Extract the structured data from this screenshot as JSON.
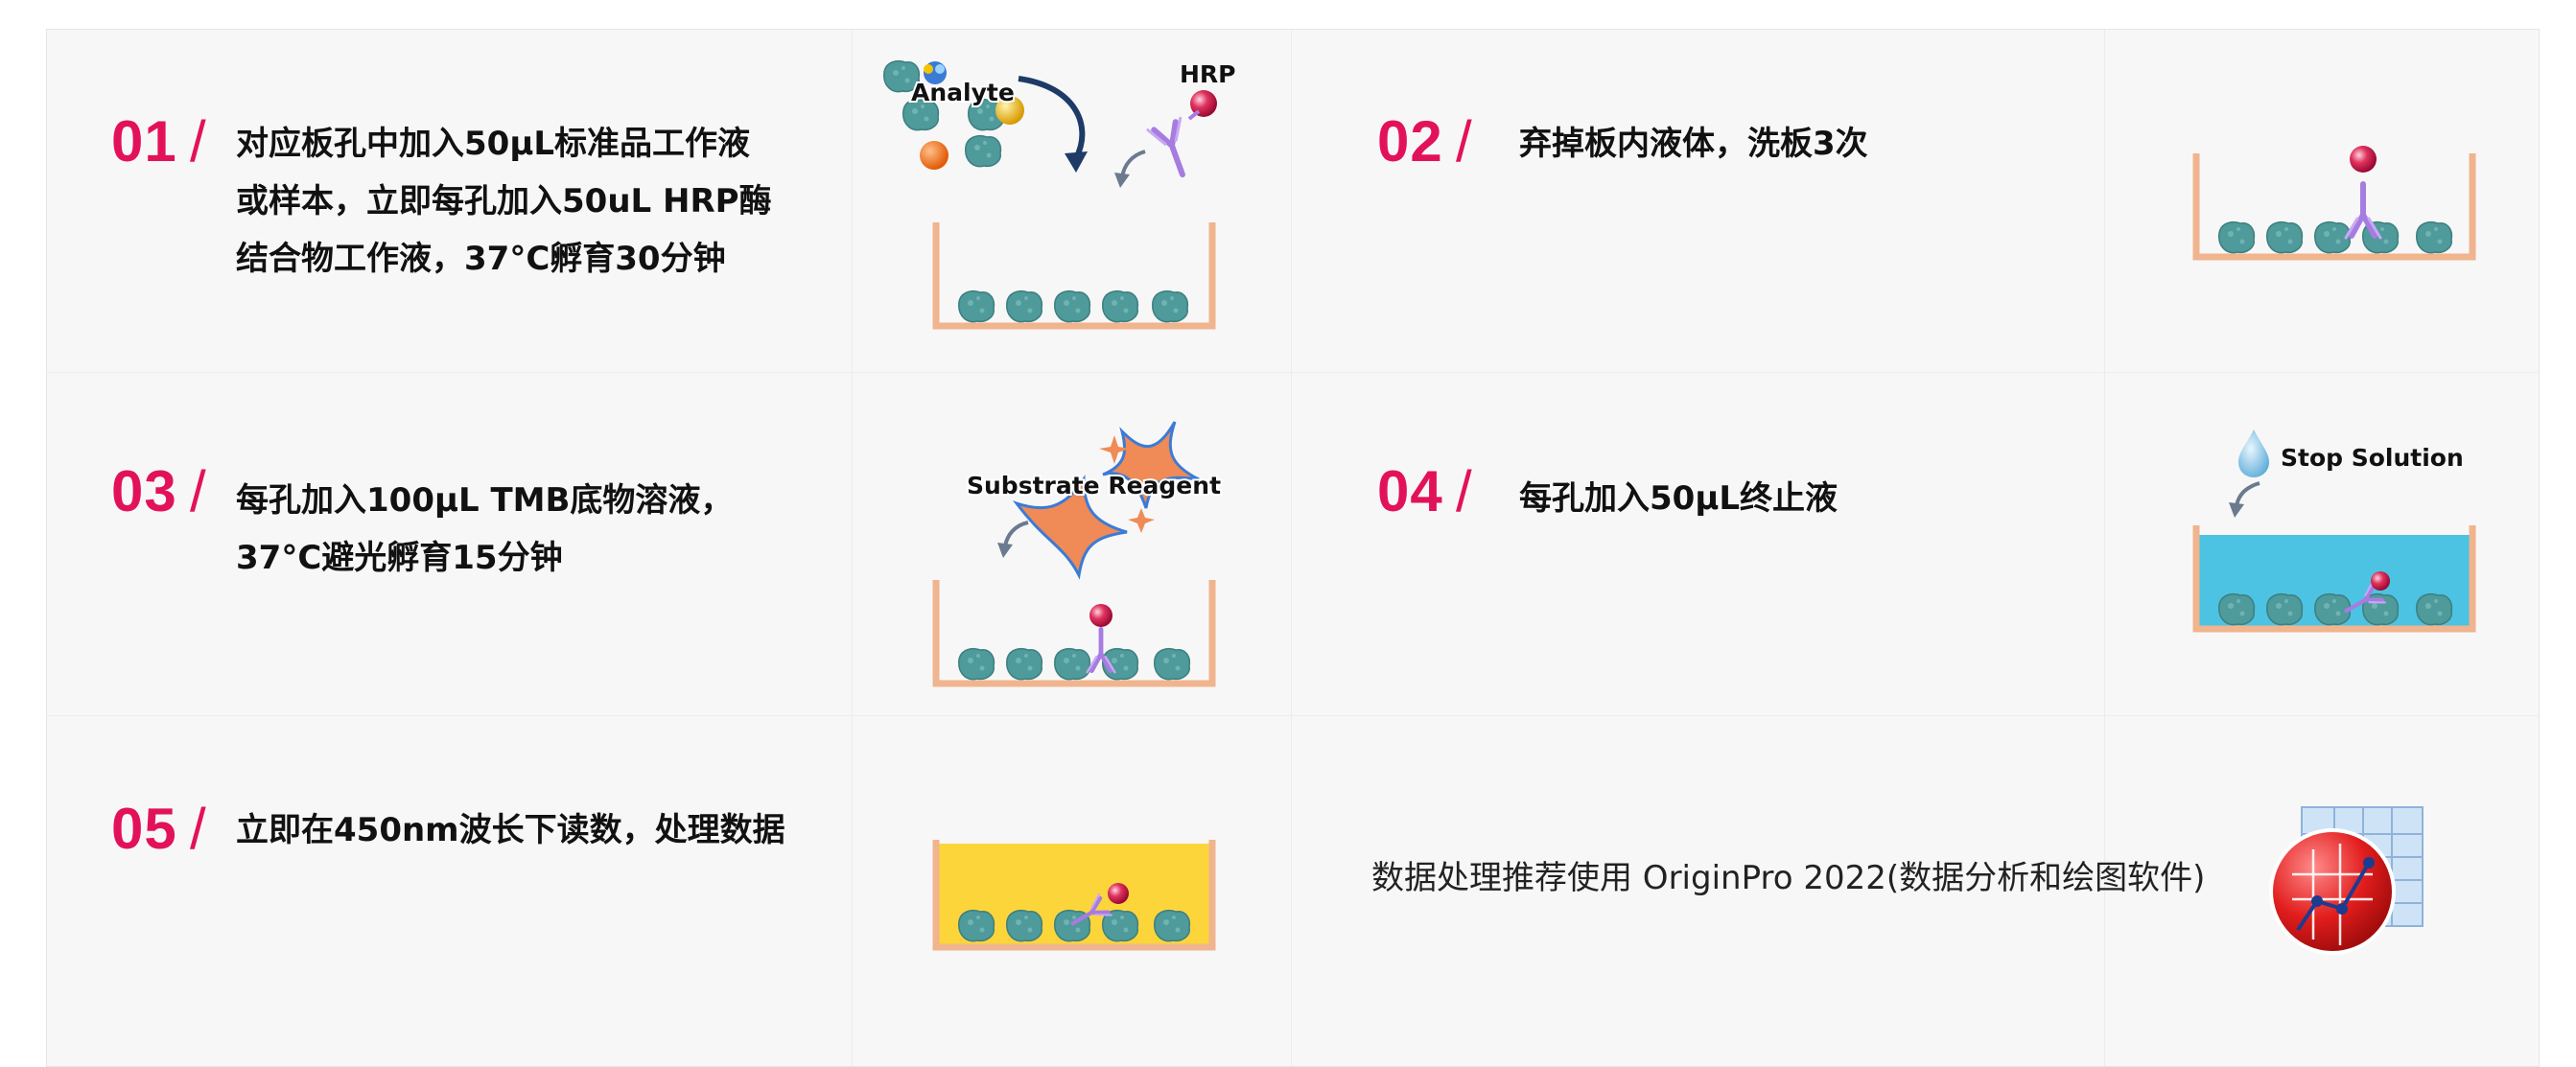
{
  "steps": [
    {
      "num": "01",
      "slash": "/",
      "text": "对应板孔中加入50μL标准品工作液\n或样本，立即每孔加入50uL   HRP酶\n结合物工作液，37°C孵育30分钟",
      "labels": [
        "Analyte",
        "HRP"
      ]
    },
    {
      "num": "02",
      "slash": "/",
      "text": "弃掉板内液体，洗板3次"
    },
    {
      "num": "03",
      "slash": "/",
      "text": "每孔加入100μL   TMB底物溶液，\n37°C避光孵育15分钟",
      "labels": [
        "Substrate Reagent"
      ]
    },
    {
      "num": "04",
      "slash": "/",
      "text": "每孔加入50μL终止液",
      "labels": [
        "Stop Solution"
      ]
    },
    {
      "num": "05",
      "slash": "/",
      "text": "立即在450nm波长下读数，处理数据"
    }
  ],
  "note": "数据处理推荐使用 OriginPro 2022(数据分析和绘图软件)",
  "colors": {
    "accent": "#e2125a",
    "well": "#f0b48e",
    "antigen": "#4f9a9a",
    "antibody": "#a77ce0",
    "stop": "#4cc3e3",
    "substrate_fill": "#fcd53a",
    "star": "#f08a56",
    "enzyme": "#d1154c"
  }
}
